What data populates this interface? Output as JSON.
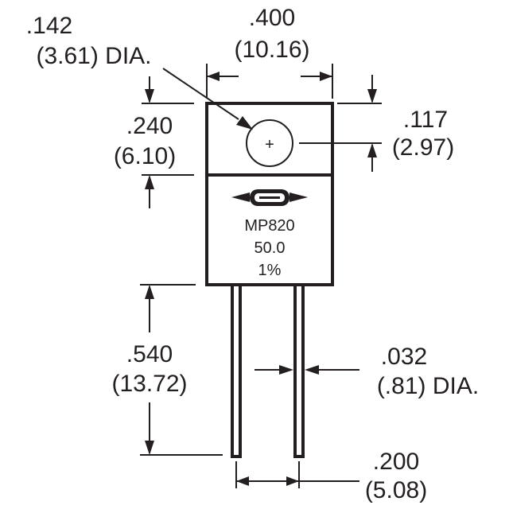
{
  "dimensions": {
    "hole_dia": {
      "inch": ".142",
      "mm": "(3.61) DIA."
    },
    "width": {
      "inch": ".400",
      "mm": "(10.16)"
    },
    "tab_height": {
      "inch": ".240",
      "mm": "(6.10)"
    },
    "hole_offset": {
      "inch": ".117",
      "mm": "(2.97)"
    },
    "lead_length": {
      "inch": ".540",
      "mm": "(13.72)"
    },
    "lead_dia": {
      "inch": ".032",
      "mm": "(.81) DIA."
    },
    "lead_spacing": {
      "inch": ".200",
      "mm": "(5.08)"
    }
  },
  "component": {
    "part_number": "MP820",
    "value": "50.0",
    "tolerance": "1%",
    "hole_mark": "+"
  },
  "colors": {
    "ink": "#231f20",
    "background": "#ffffff"
  }
}
